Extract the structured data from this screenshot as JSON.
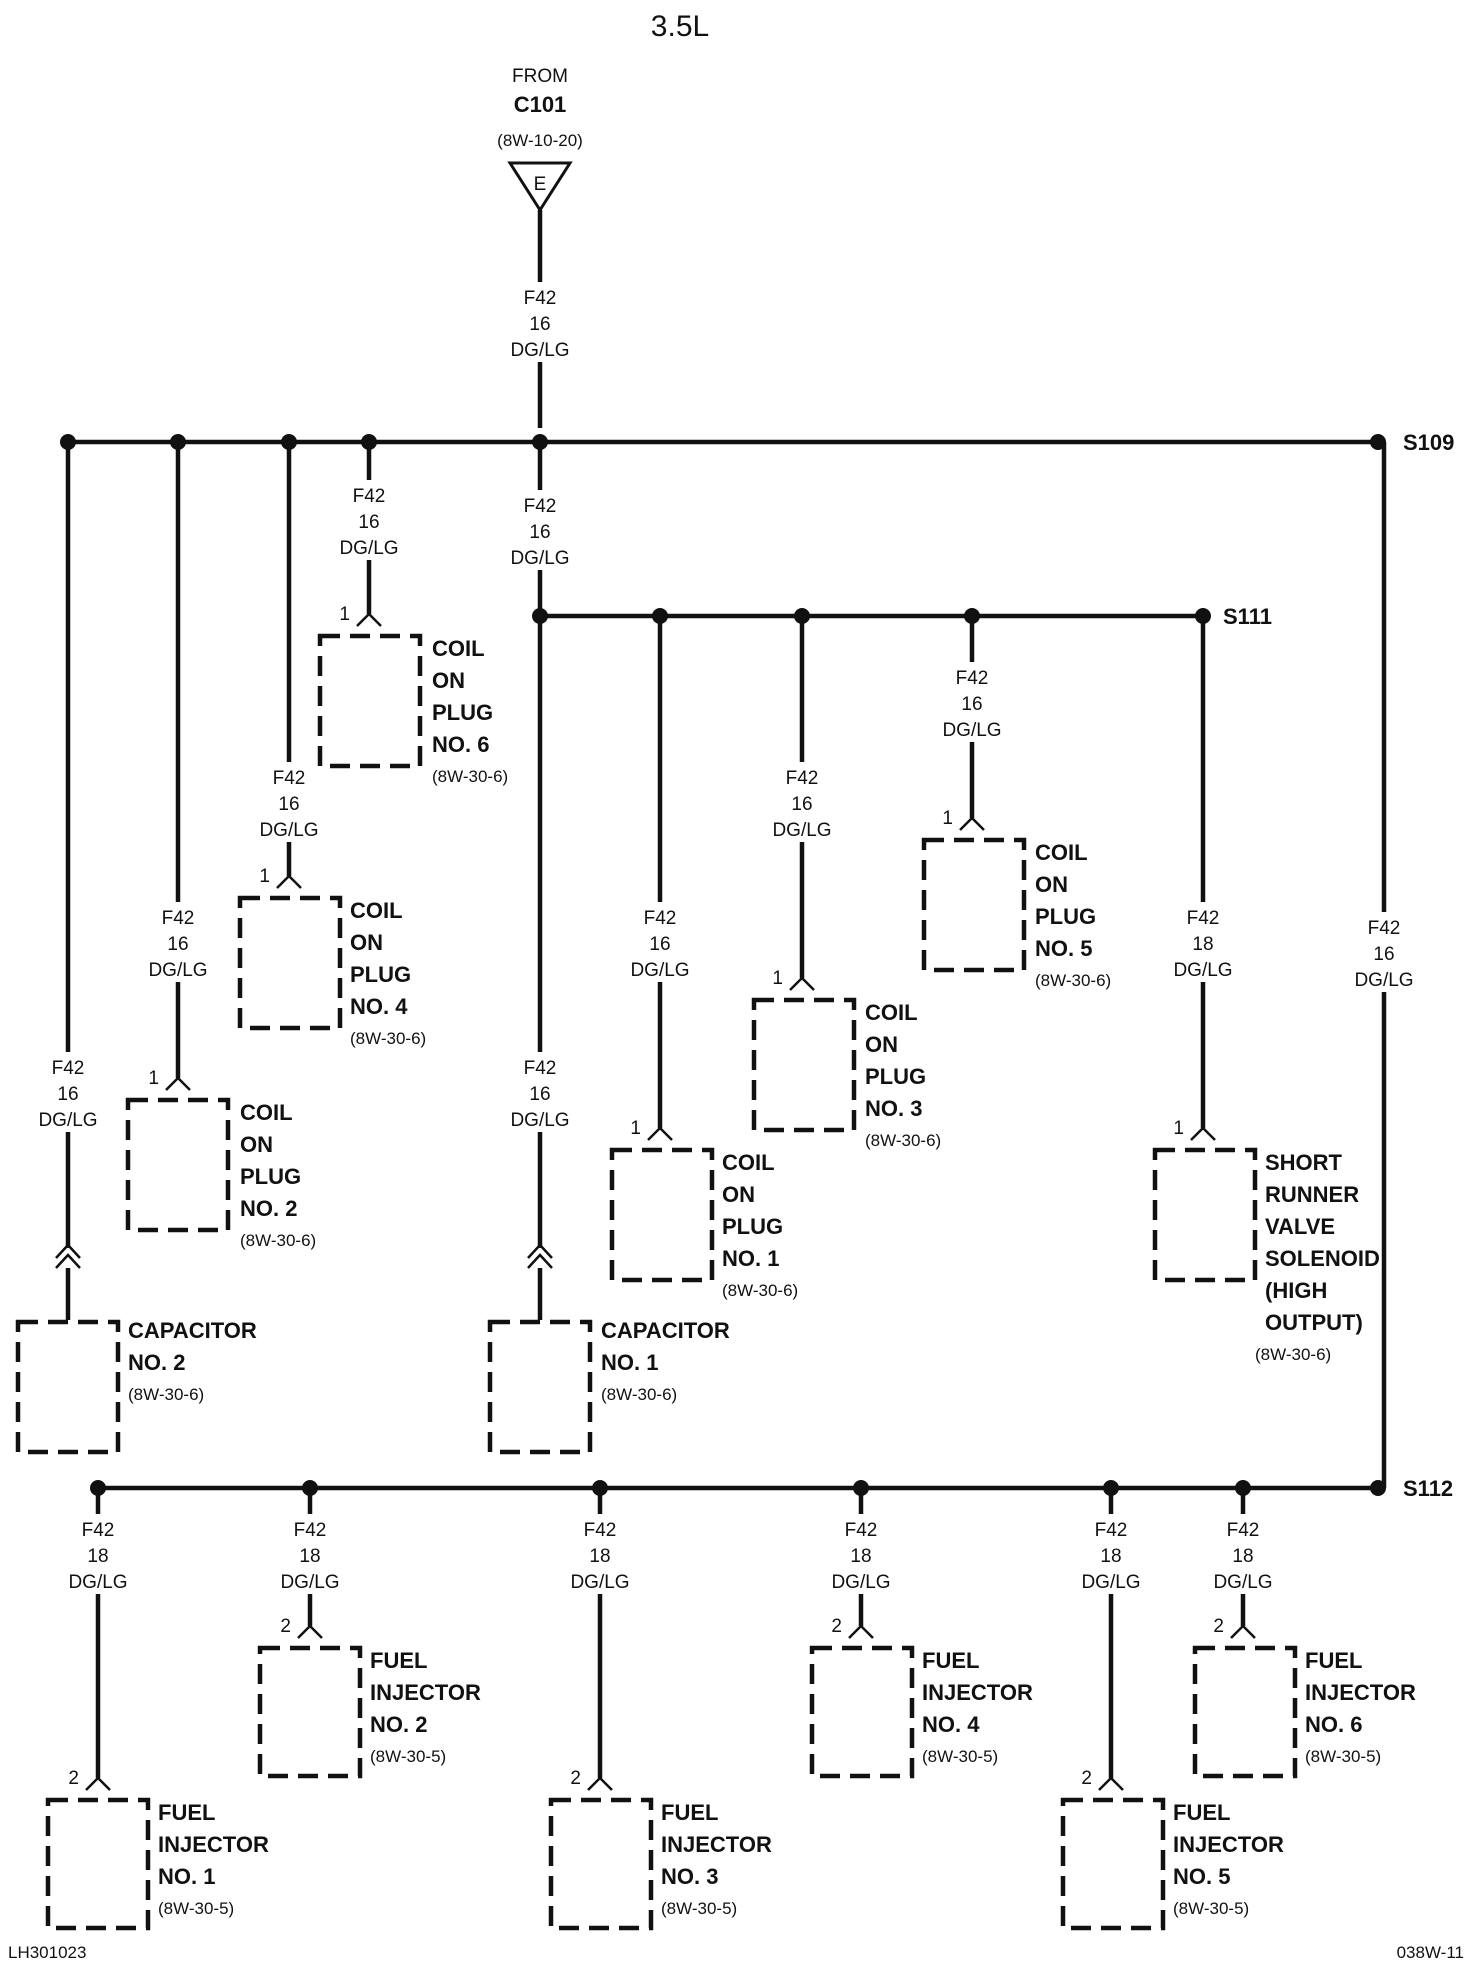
{
  "title": "3.5L",
  "source": {
    "from_label": "FROM",
    "connector": "C101",
    "ref": "(8W-10-20)",
    "pin": "E"
  },
  "splices": {
    "s109": "S109",
    "s111": "S111",
    "s112": "S112"
  },
  "circuits": {
    "main": [
      "F42",
      "16",
      "DG/LG"
    ],
    "small": [
      "F42",
      "18",
      "DG/LG"
    ]
  },
  "components": {
    "coil1": {
      "lines": [
        "COIL",
        "ON",
        "PLUG",
        "NO. 1"
      ],
      "ref": "(8W-30-6)",
      "pin": "1"
    },
    "coil2": {
      "lines": [
        "COIL",
        "ON",
        "PLUG",
        "NO. 2"
      ],
      "ref": "(8W-30-6)",
      "pin": "1"
    },
    "coil3": {
      "lines": [
        "COIL",
        "ON",
        "PLUG",
        "NO. 3"
      ],
      "ref": "(8W-30-6)",
      "pin": "1"
    },
    "coil4": {
      "lines": [
        "COIL",
        "ON",
        "PLUG",
        "NO. 4"
      ],
      "ref": "(8W-30-6)",
      "pin": "1"
    },
    "coil5": {
      "lines": [
        "COIL",
        "ON",
        "PLUG",
        "NO. 5"
      ],
      "ref": "(8W-30-6)",
      "pin": "1"
    },
    "coil6": {
      "lines": [
        "COIL",
        "ON",
        "PLUG",
        "NO. 6"
      ],
      "ref": "(8W-30-6)",
      "pin": "1"
    },
    "cap1": {
      "lines": [
        "CAPACITOR",
        "NO. 1"
      ],
      "ref": "(8W-30-6)"
    },
    "cap2": {
      "lines": [
        "CAPACITOR",
        "NO. 2"
      ],
      "ref": "(8W-30-6)"
    },
    "srv": {
      "lines": [
        "SHORT",
        "RUNNER",
        "VALVE",
        "SOLENOID",
        "(HIGH",
        "OUTPUT)"
      ],
      "ref": "(8W-30-6)",
      "pin": "1"
    },
    "inj1": {
      "lines": [
        "FUEL",
        "INJECTOR",
        "NO. 1"
      ],
      "ref": "(8W-30-5)",
      "pin": "2"
    },
    "inj2": {
      "lines": [
        "FUEL",
        "INJECTOR",
        "NO. 2"
      ],
      "ref": "(8W-30-5)",
      "pin": "2"
    },
    "inj3": {
      "lines": [
        "FUEL",
        "INJECTOR",
        "NO. 3"
      ],
      "ref": "(8W-30-5)",
      "pin": "2"
    },
    "inj4": {
      "lines": [
        "FUEL",
        "INJECTOR",
        "NO. 4"
      ],
      "ref": "(8W-30-5)",
      "pin": "2"
    },
    "inj5": {
      "lines": [
        "FUEL",
        "INJECTOR",
        "NO. 5"
      ],
      "ref": "(8W-30-5)",
      "pin": "2"
    },
    "inj6": {
      "lines": [
        "FUEL",
        "INJECTOR",
        "NO. 6"
      ],
      "ref": "(8W-30-5)",
      "pin": "2"
    }
  },
  "footer": {
    "left": "LH301023",
    "right": "038W-11"
  }
}
